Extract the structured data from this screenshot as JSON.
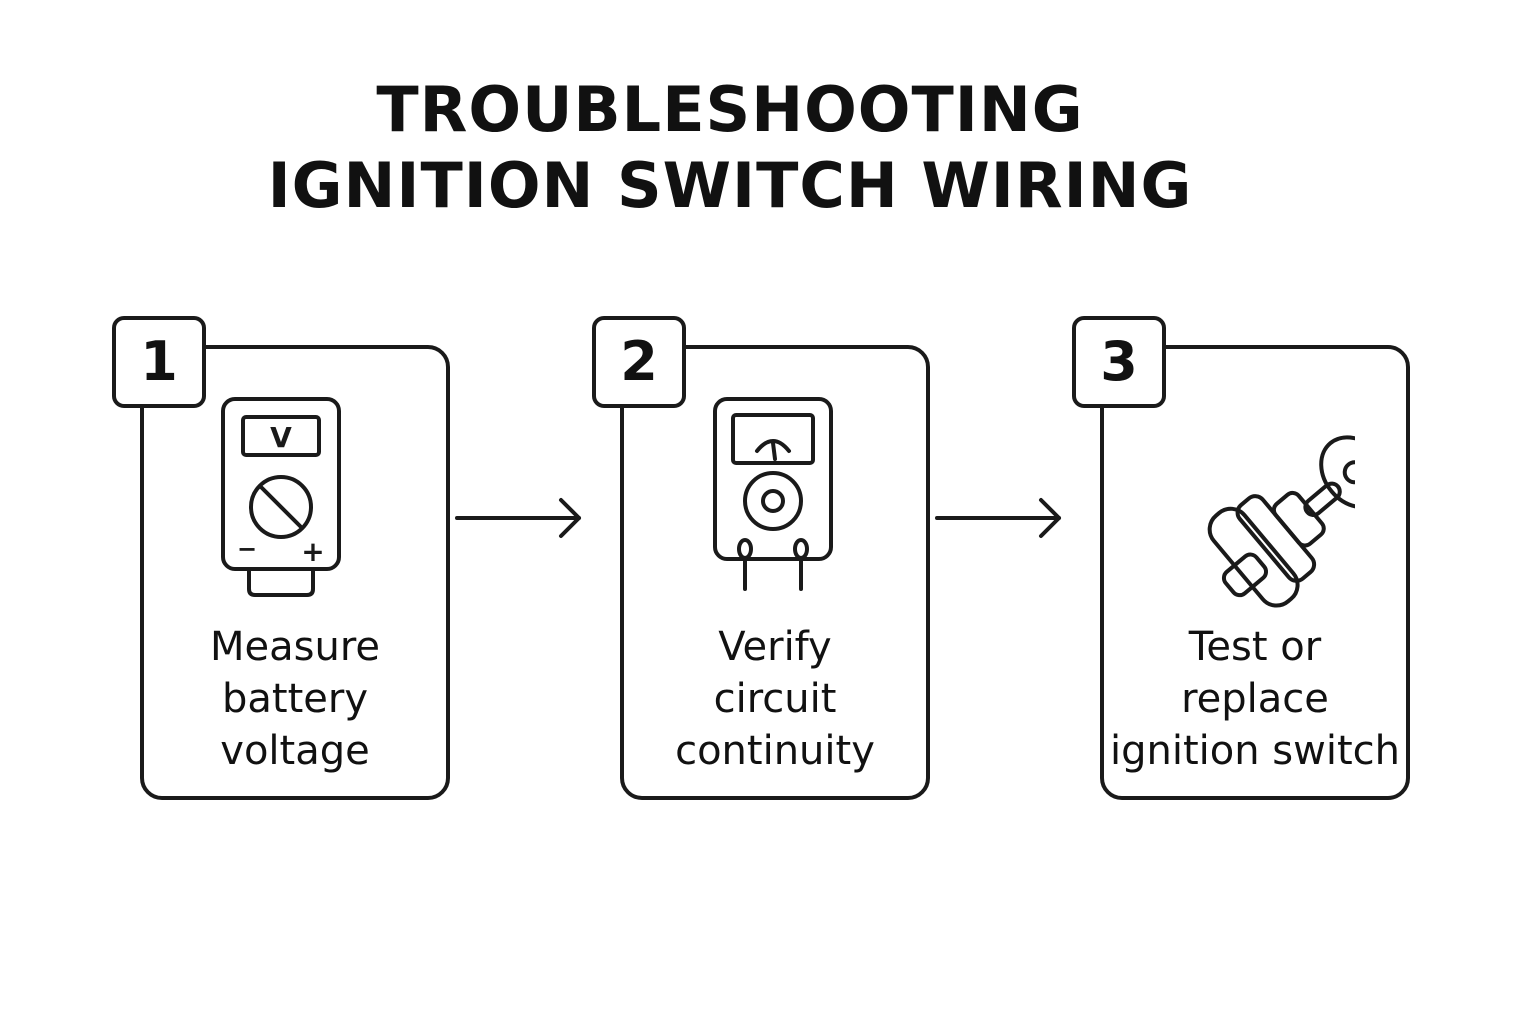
{
  "title": {
    "line1": "TROUBLESHOOTING",
    "line2": "IGNITION SWITCH WIRING"
  },
  "steps": [
    {
      "number": "1",
      "icon": "multimeter-voltage-icon",
      "label_lines": [
        "Measure",
        "battery",
        "voltage"
      ],
      "icon_text": {
        "display": "V",
        "minus": "−",
        "plus": "+"
      }
    },
    {
      "number": "2",
      "icon": "analog-meter-icon",
      "label_lines": [
        "Verify",
        "circuit",
        "continuity"
      ]
    },
    {
      "number": "3",
      "icon": "ignition-key-switch-icon",
      "label_lines": [
        "Test or",
        "replace",
        "ignition switch"
      ]
    }
  ],
  "colors": {
    "stroke": "#1a1a1a",
    "background": "#ffffff"
  }
}
